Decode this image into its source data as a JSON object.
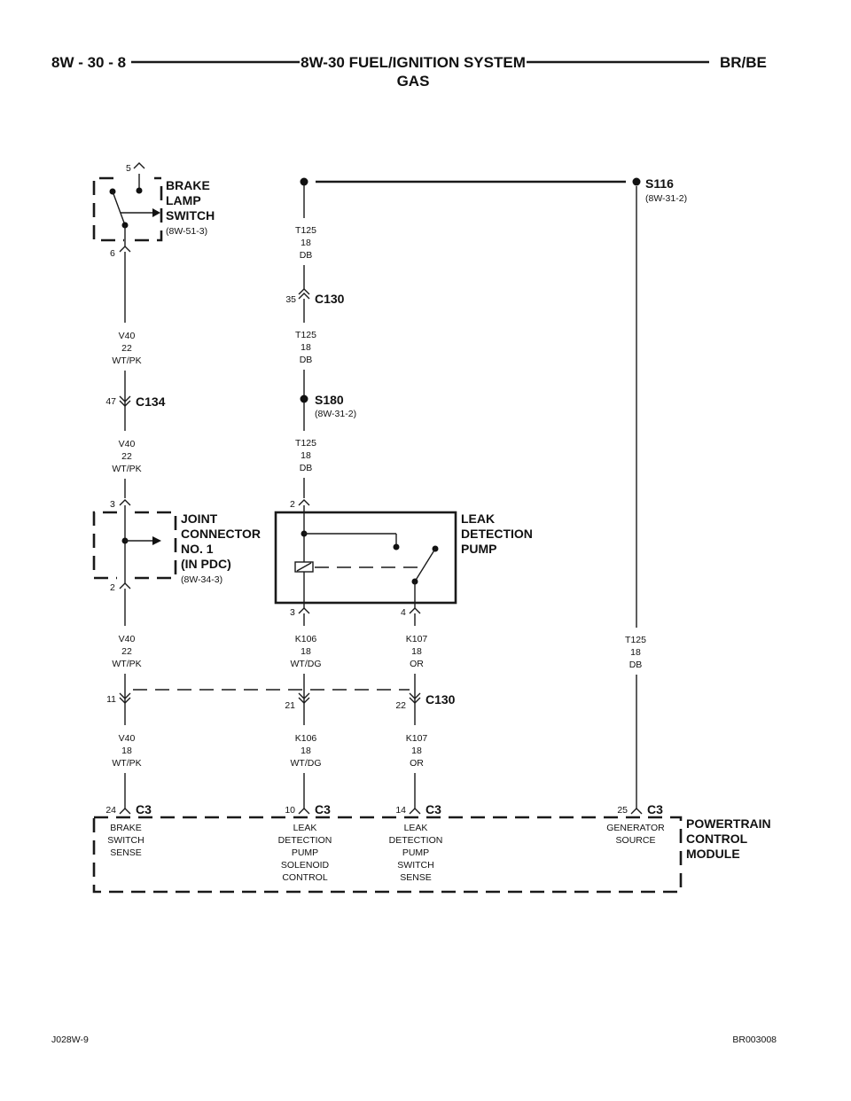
{
  "header": {
    "left": "8W - 30 - 8",
    "title_line1": "8W-30 FUEL/IGNITION SYSTEM",
    "title_line2": "GAS",
    "right": "BR/BE"
  },
  "footer": {
    "left": "J028W-9",
    "right": "BR003008"
  },
  "components": {
    "brake_switch": {
      "line1": "BRAKE",
      "line2": "LAMP",
      "line3": "SWITCH",
      "ref": "(8W-51-3)",
      "pin_top": "5",
      "pin_bottom": "6"
    },
    "joint_connector": {
      "line1": "JOINT",
      "line2": "CONNECTOR",
      "line3": "NO. 1",
      "line4": "(IN PDC)",
      "ref": "(8W-34-3)",
      "pin_top": "3",
      "pin_bottom": "2"
    },
    "leak_pump": {
      "line1": "LEAK",
      "line2": "DETECTION",
      "line3": "PUMP",
      "pin_top": "2",
      "pin_bottom_left": "3",
      "pin_bottom_right": "4"
    },
    "pcm": {
      "line1": "POWERTRAIN",
      "line2": "CONTROL",
      "line3": "MODULE"
    }
  },
  "splices": {
    "s116": {
      "name": "S116",
      "ref": "(8W-31-2)"
    },
    "s180": {
      "name": "S180",
      "ref": "(8W-31-2)"
    }
  },
  "connectors": {
    "c130_upper": {
      "name": "C130",
      "pin": "35"
    },
    "c134": {
      "name": "C134",
      "pin": "47"
    },
    "c130_lower": {
      "name": "C130",
      "pin_a": "11",
      "pin_b": "21",
      "pin_c": "22"
    },
    "c3": {
      "name": "C3",
      "pin_a": "24",
      "pin_b": "10",
      "pin_c": "14",
      "pin_d": "25"
    }
  },
  "wires": {
    "t125_a": [
      "T125",
      "18",
      "DB"
    ],
    "t125_b": [
      "T125",
      "18",
      "DB"
    ],
    "t125_c": [
      "T125",
      "18",
      "DB"
    ],
    "t125_d": [
      "T125",
      "18",
      "DB"
    ],
    "v40_a": [
      "V40",
      "22",
      "WT/PK"
    ],
    "v40_b": [
      "V40",
      "22",
      "WT/PK"
    ],
    "v40_c": [
      "V40",
      "22",
      "WT/PK"
    ],
    "v40_d": [
      "V40",
      "18",
      "WT/PK"
    ],
    "k106_a": [
      "K106",
      "18",
      "WT/DG"
    ],
    "k106_b": [
      "K106",
      "18",
      "WT/DG"
    ],
    "k107_a": [
      "K107",
      "18",
      "OR"
    ],
    "k107_b": [
      "K107",
      "18",
      "OR"
    ]
  },
  "pcm_pins": {
    "brake": [
      "BRAKE",
      "SWITCH",
      "SENSE"
    ],
    "solenoid": [
      "LEAK",
      "DETECTION",
      "PUMP",
      "SOLENOID",
      "CONTROL"
    ],
    "switch": [
      "LEAK",
      "DETECTION",
      "PUMP",
      "SWITCH",
      "SENSE"
    ],
    "generator": [
      "GENERATOR",
      "SOURCE"
    ]
  }
}
